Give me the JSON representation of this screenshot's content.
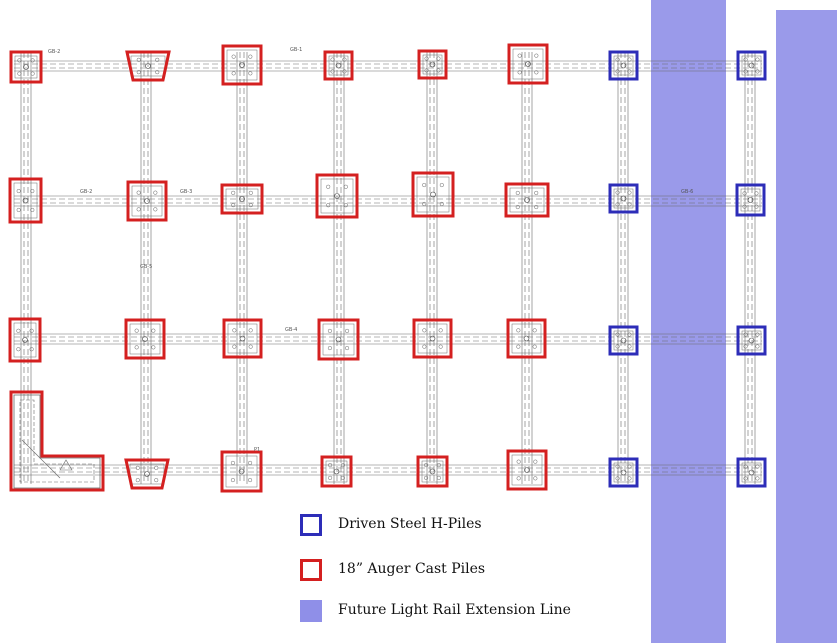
{
  "colors": {
    "h_pile": "#2d2db8",
    "auger_pile": "#d42020",
    "light_rail": "#8f8fe8",
    "drawing_line": "#6a6a6a"
  },
  "beam_tags": [
    "GB-2",
    "GB-1",
    "GB-2",
    "GB-3",
    "GB-4",
    "GB-5",
    "GB-6",
    "P1"
  ],
  "legend": [
    {
      "label": "Driven Steel H-Piles",
      "style": "outline",
      "color_key": "h_pile"
    },
    {
      "label": "18” Auger Cast Piles",
      "style": "outline",
      "color_key": "auger_pile"
    },
    {
      "label": "Future Light Rail Extension Line",
      "style": "fill",
      "color_key": "light_rail"
    }
  ]
}
